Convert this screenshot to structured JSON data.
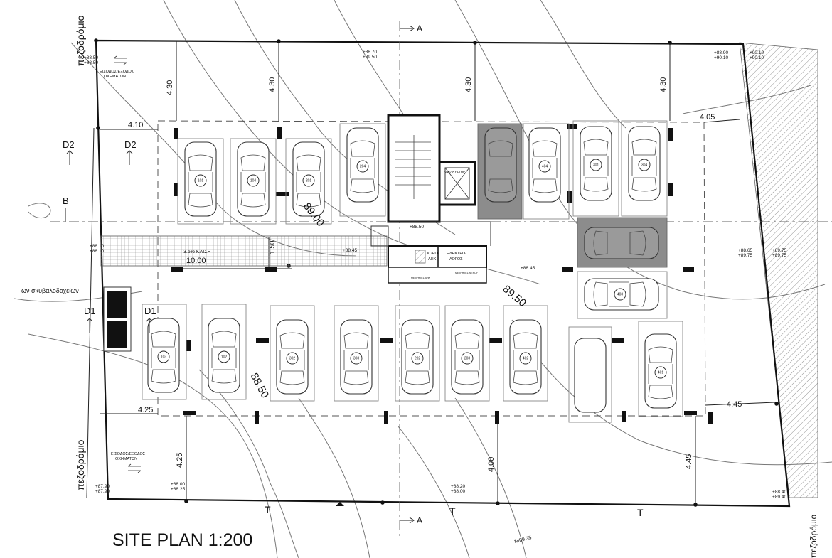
{
  "plan_title": "SITE PLAN 1:200",
  "streets": {
    "top_left": "πεζοδρόμιο",
    "bottom_left": "πεζοδρόμιο",
    "right_bottom": "πεζοδρόμιο"
  },
  "bins_label": "ων σκυβαλοδοχείων",
  "entrance_top": {
    "line1": "ΕΙΣΟΔΟΣ/ΕΞΟΔΟΣ",
    "line2": "ΟΧΗΜΑΤΩΝ"
  },
  "entrance_bottom": {
    "line1": "ΕΙΣΟΔΟΣ/ΕΞΟΔΟΣ",
    "line2": "ΟΧΗΜΑΤΩΝ"
  },
  "section_markers": {
    "a_top": "A",
    "a_bottom": "A",
    "b": "B",
    "d2_left": "D2",
    "d2_right": "D2",
    "d1_left": "D1",
    "d1_right": "D1"
  },
  "ramp": {
    "slope": "3.5% ΚΛΙΣΗ",
    "length": "10.00",
    "width": "1.50"
  },
  "core": {
    "lift": "ΑΝΕΛΚΥΣΤΗΡ",
    "room1_line1": "ΧΩΡΟΣ",
    "room1_line2": "ΑΗΚ",
    "room2_line1": "ΗΛΕΚΤΡΟ-",
    "room2_line2": "ΛΟΓΟΣ",
    "meters1": "ΜΕΤΡΗΤΕΣ ΑΗΚ",
    "meters2": "ΜΕΤΡΗΤΕΣ ΝΕΡΟΥ"
  },
  "contours": [
    "89.00",
    "89.50",
    "88.50"
  ],
  "spot_top_left": [
    "+88.50",
    "+88.50"
  ],
  "spot_top_mid": [
    "+88.70",
    "+89.50"
  ],
  "spot_top_right1": [
    "+88.90",
    "+90.10"
  ],
  "spot_top_right2": [
    "+90.10",
    "+90.10"
  ],
  "spot_mid_left": [
    "+88.10",
    "+88.10"
  ],
  "spot_ramp": "+88.45",
  "spot_core": "+88.50",
  "spot_center": "+88.45",
  "spot_mid_right1": [
    "+88.65",
    "+89.75"
  ],
  "spot_mid_right2": [
    "+89.75",
    "+89.75"
  ],
  "spot_bottom_left": [
    "+87.90",
    "+87.90"
  ],
  "spot_bottom_left2": [
    "+88.00",
    "+88.25"
  ],
  "spot_bottom_mid": [
    "+88.20",
    "+88.00"
  ],
  "spot_bottom_right": [
    "+88.40",
    "+89.40"
  ],
  "fence_level": "fw89.35",
  "dims": {
    "d430a": "4.30",
    "d430b": "4.30",
    "d430c": "4.30",
    "d430d": "4.30",
    "d410": "4.10",
    "d405": "4.05",
    "d425a": "4.25",
    "d425b": "4.25",
    "d400": "4.00",
    "d445a": "4.45",
    "d445b": "4.45"
  },
  "spaces_top": [
    "101",
    "104",
    "201",
    "204"
  ],
  "spaces_top_right": [
    "404",
    "301",
    "304"
  ],
  "space_mid_right": "403",
  "spaces_bottom": [
    "103",
    "102",
    "302",
    "303",
    "202",
    "203",
    "402"
  ],
  "space_bottom_right": "401"
}
